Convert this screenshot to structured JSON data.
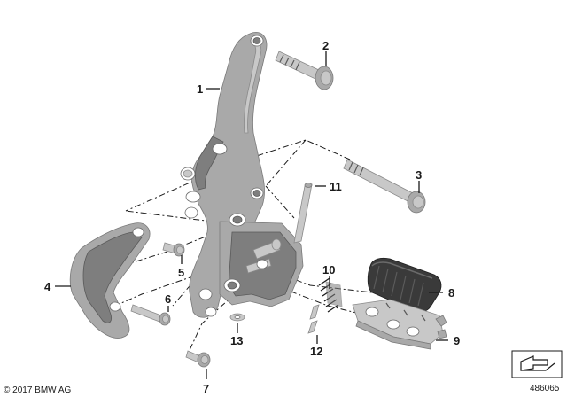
{
  "copyright": "© 2017 BMW AG",
  "diagram_number": "486065",
  "callouts": [
    {
      "id": "1",
      "text": "1"
    },
    {
      "id": "2",
      "text": "2"
    },
    {
      "id": "3",
      "text": "3"
    },
    {
      "id": "4",
      "text": "4"
    },
    {
      "id": "5",
      "text": "5"
    },
    {
      "id": "6",
      "text": "6"
    },
    {
      "id": "7",
      "text": "7"
    },
    {
      "id": "8",
      "text": "8"
    },
    {
      "id": "9",
      "text": "9"
    },
    {
      "id": "10",
      "text": "10"
    },
    {
      "id": "11",
      "text": "11"
    },
    {
      "id": "12",
      "text": "12"
    },
    {
      "id": "13",
      "text": "13"
    }
  ],
  "icons": {
    "corner": "folder-arrow-icon"
  }
}
